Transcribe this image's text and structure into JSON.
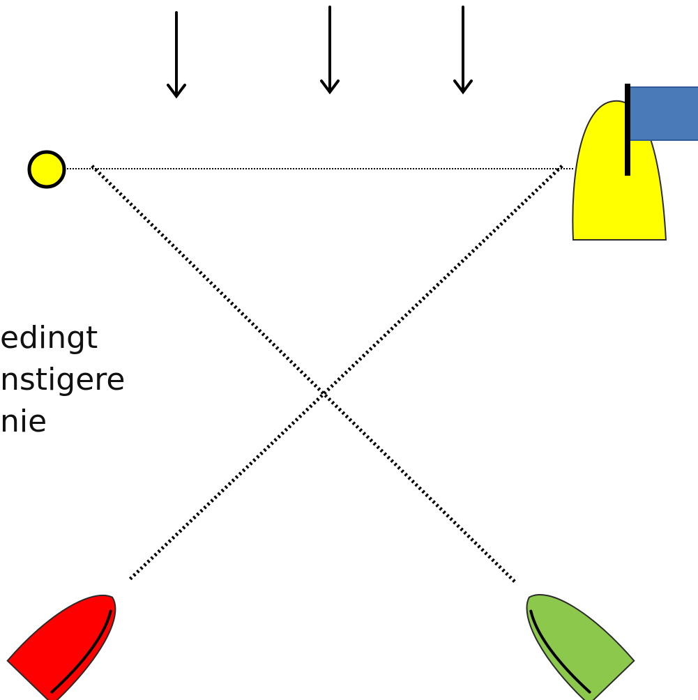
{
  "caption": {
    "lines": [
      "edingt",
      "nstigere",
      "nie"
    ]
  },
  "diagram": {
    "wind_arrow_count": 3,
    "start_line": "dotted line between pin buoy and committee boat",
    "colors": {
      "background": "#ffffff",
      "pin_buoy": "#ffff00",
      "committee_boat": "#ffff00",
      "flag": "#4a7ab8",
      "red_boat": "#ff0000",
      "green_boat": "#8cc84b",
      "outline": "#000000"
    },
    "icons": [
      "wind-arrow-icon",
      "pin-buoy-icon",
      "committee-boat-icon",
      "flag-icon",
      "red-boat-icon",
      "green-boat-icon"
    ]
  }
}
